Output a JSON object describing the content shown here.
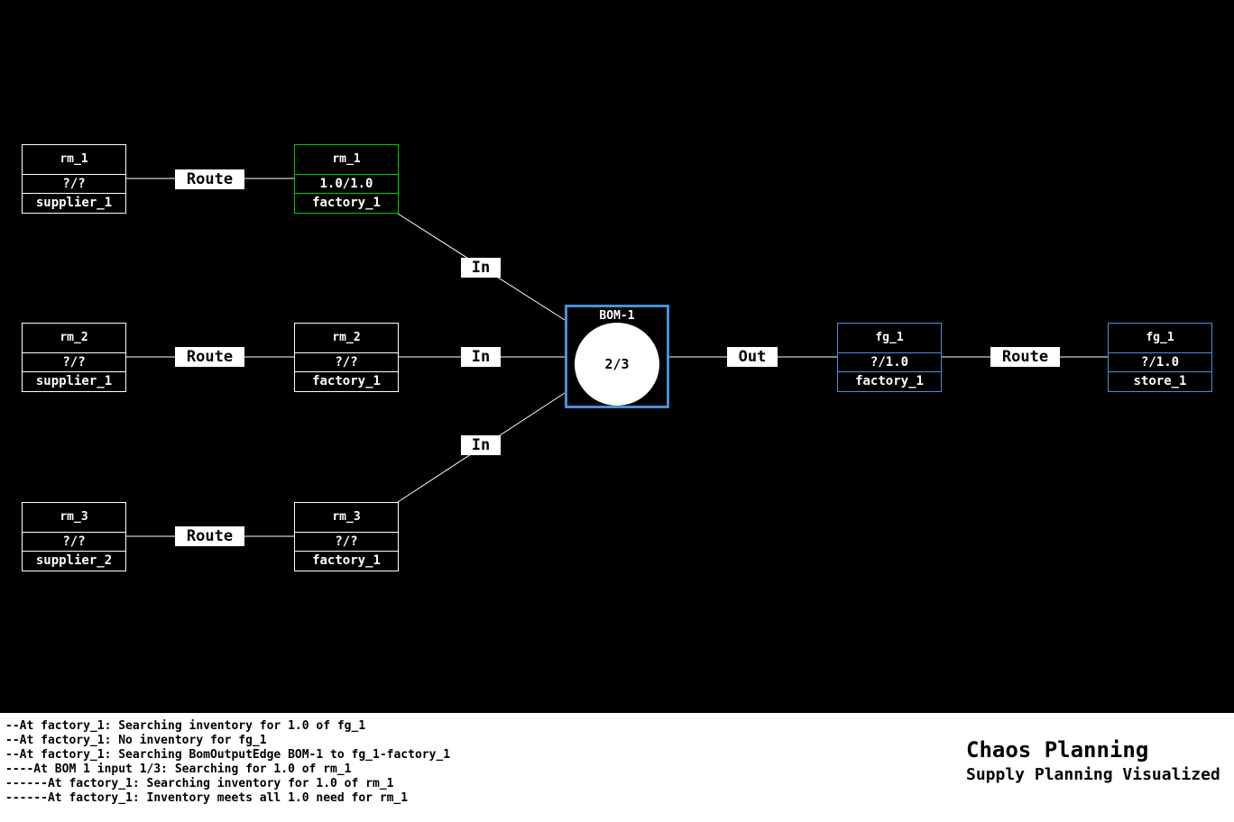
{
  "diagram": {
    "nodes": {
      "rm1_supplier": {
        "title": "rm_1",
        "value": "?/?",
        "location": "supplier_1"
      },
      "rm1_factory": {
        "title": "rm_1",
        "value": "1.0/1.0",
        "location": "factory_1"
      },
      "rm2_supplier": {
        "title": "rm_2",
        "value": "?/?",
        "location": "supplier_1"
      },
      "rm2_factory": {
        "title": "rm_2",
        "value": "?/?",
        "location": "factory_1"
      },
      "rm3_supplier": {
        "title": "rm_3",
        "value": "?/?",
        "location": "supplier_2"
      },
      "rm3_factory": {
        "title": "rm_3",
        "value": "?/?",
        "location": "factory_1"
      },
      "fg1_factory": {
        "title": "fg_1",
        "value": "?/1.0",
        "location": "factory_1"
      },
      "fg1_store": {
        "title": "fg_1",
        "value": "?/1.0",
        "location": "store_1"
      },
      "bom": {
        "title": "BOM-1",
        "progress": "2/3"
      }
    },
    "edge_labels": {
      "route": "Route",
      "in": "In",
      "out": "Out"
    },
    "colors": {
      "background": "#000000",
      "node_border": "#ffffff",
      "satisfied_node_border": "#00c800",
      "highlight_node_border": "#4a90d9",
      "edge_label_bg": "#ffffff",
      "edge_label_text": "#000000"
    }
  },
  "footer": {
    "log_lines": [
      "--At factory_1: Searching inventory for 1.0 of fg_1",
      "--At factory_1: No inventory for fg_1",
      "--At factory_1: Searching BomOutputEdge BOM-1 to fg_1-factory_1",
      "----At BOM 1 input 1/3: Searching for 1.0 of rm_1",
      "------At factory_1: Searching inventory for 1.0 of rm_1",
      "------At factory_1: Inventory meets all 1.0 need for rm_1"
    ],
    "brand": {
      "title": "Chaos Planning",
      "subtitle": "Supply Planning Visualized"
    }
  }
}
